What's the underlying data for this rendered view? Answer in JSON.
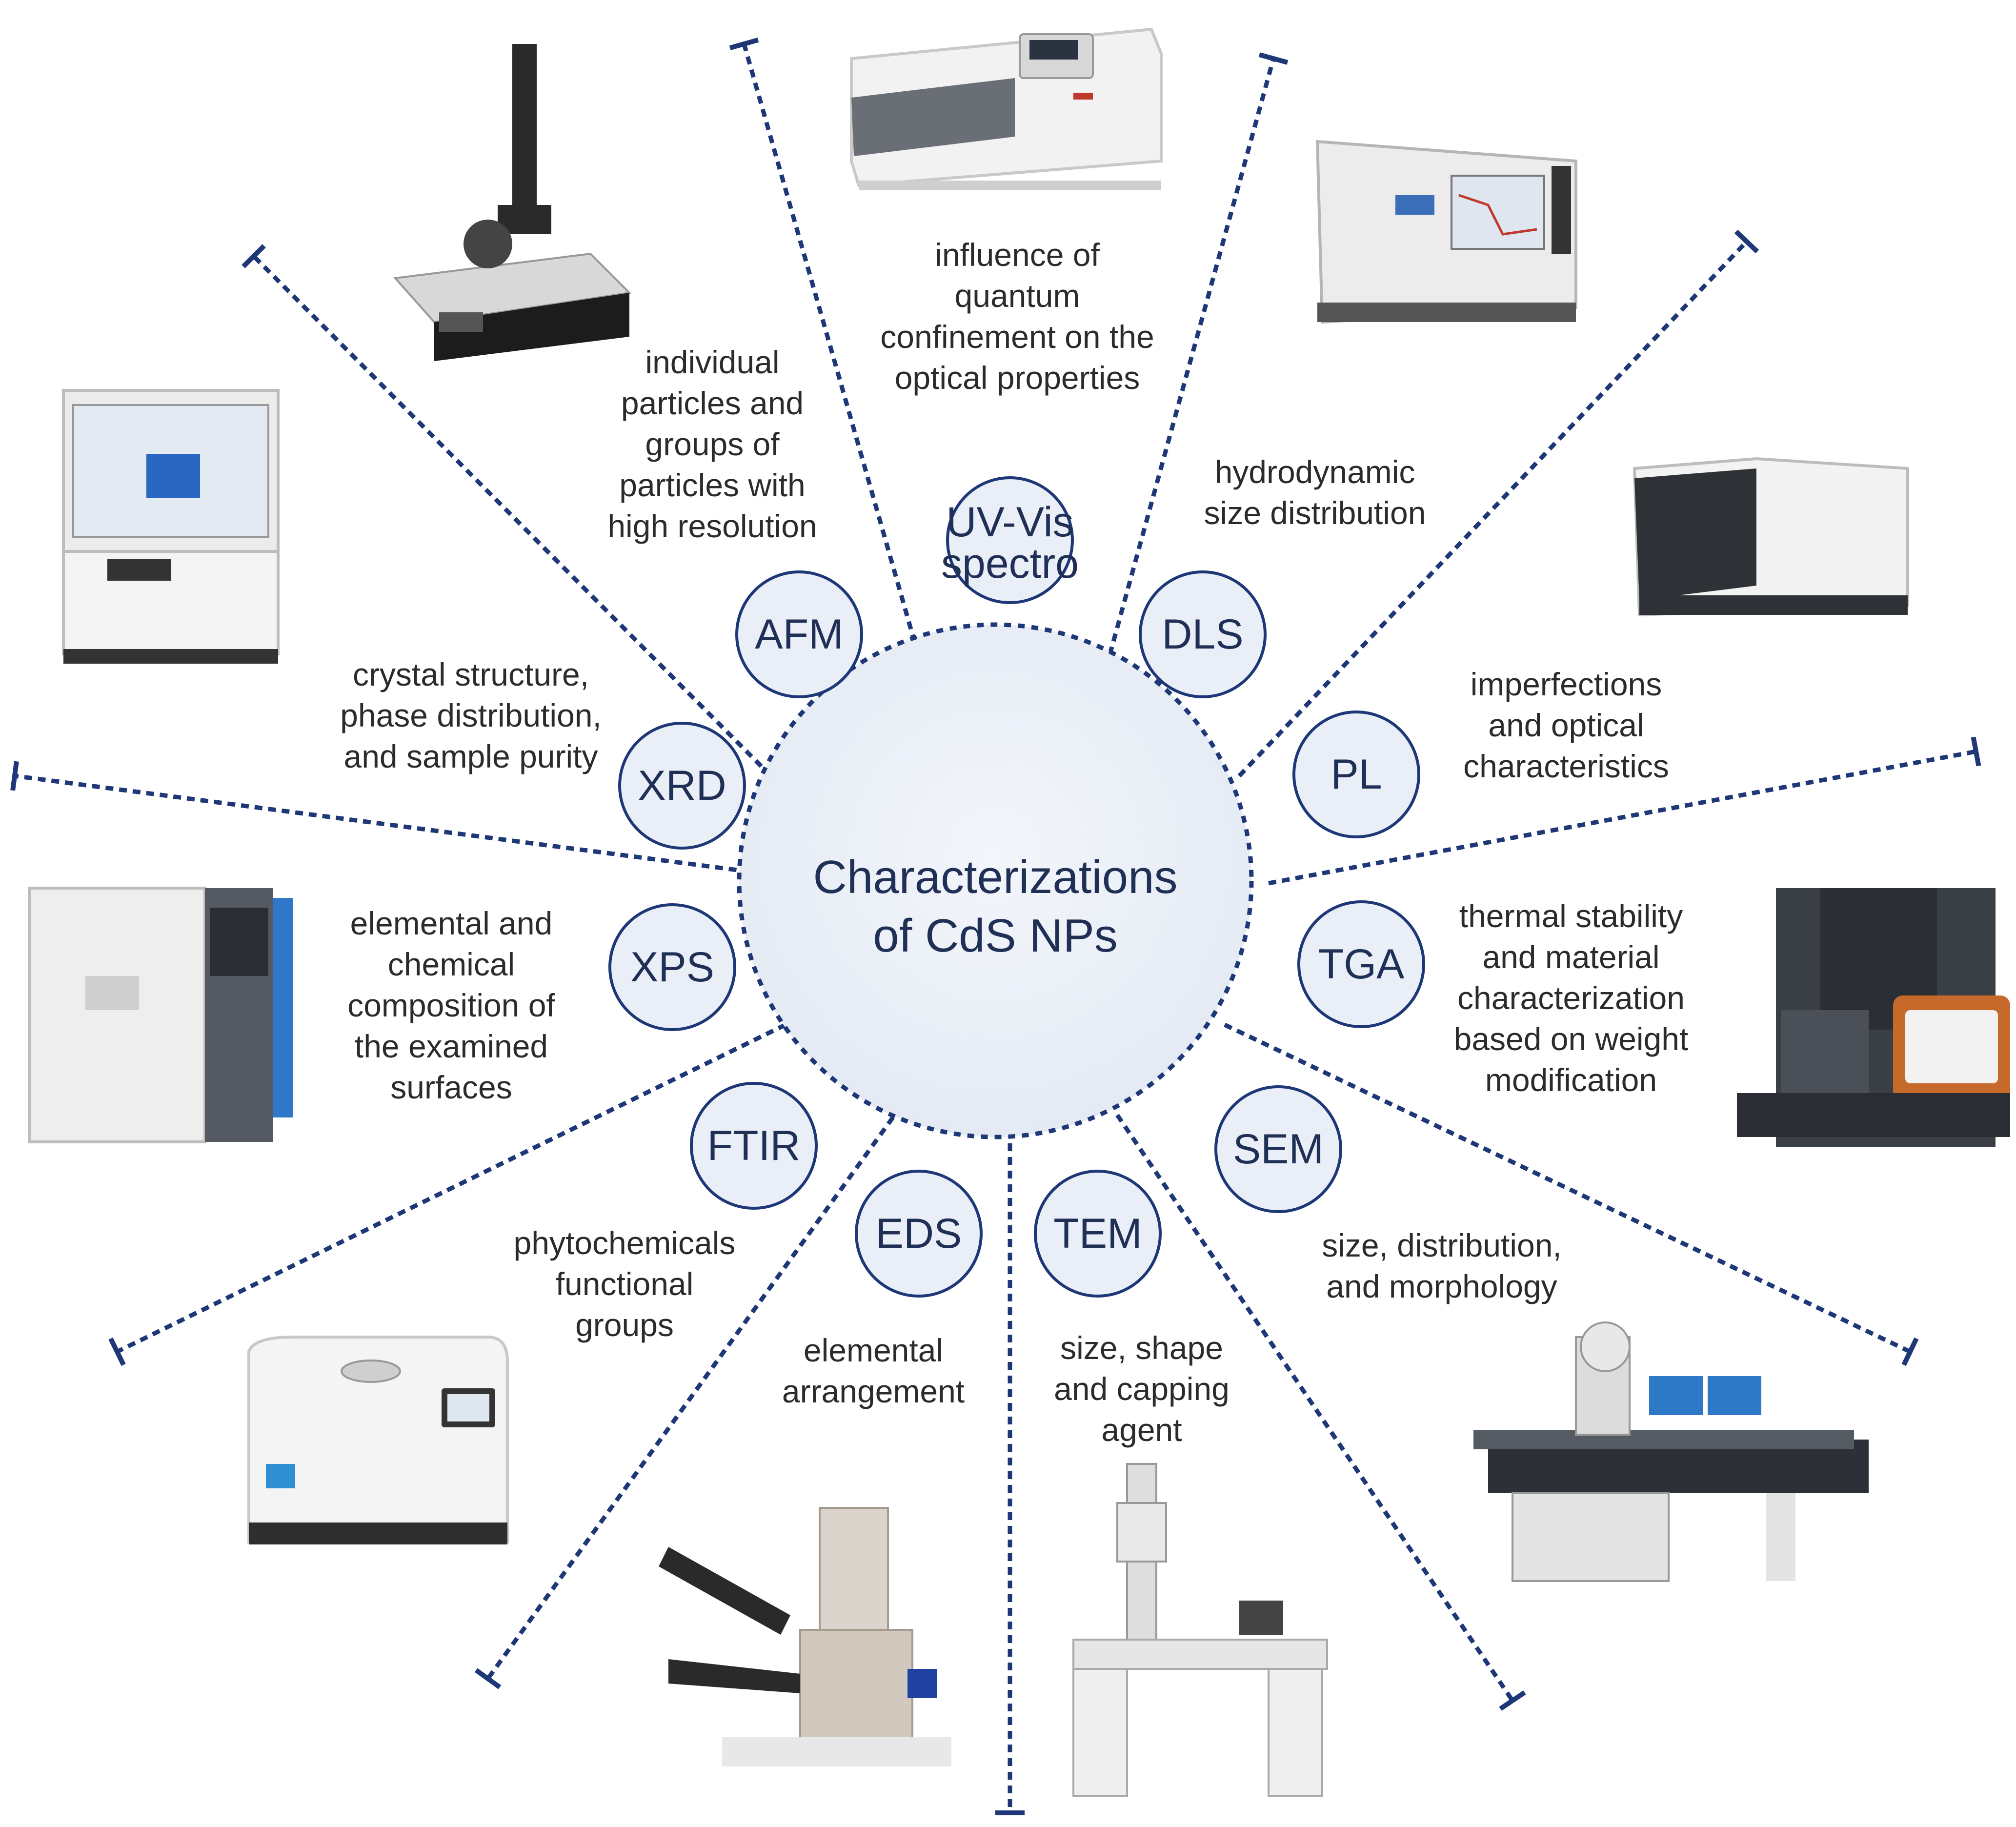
{
  "center": {
    "title_line1": "Characterizations",
    "title_line2": "of CdS NPs"
  },
  "colors": {
    "line": "#1d3777",
    "circle_fill": "#e9eef7",
    "circle_stroke": "#1d3777",
    "instrument_body": "#f1f1f1",
    "instrument_dark": "#3a3f46",
    "accent_orange": "#c56a2a",
    "accent_blue": "#2f6fc6"
  },
  "techniques": [
    {
      "abbr": "UV-Vis\nspectro",
      "description": "influence of\nquantum\nconfinement on the\noptical properties",
      "instrument": "uv-vis-spectrophotometer"
    },
    {
      "abbr": "DLS",
      "description": "hydrodynamic\nsize distribution",
      "instrument": "dls-analyzer"
    },
    {
      "abbr": "PL",
      "description": "imperfections\nand optical\ncharacteristics",
      "instrument": "photoluminescence-spectrometer"
    },
    {
      "abbr": "TGA",
      "description": "thermal stability\nand material\ncharacterization\nbased on weight\nmodification",
      "instrument": "thermogravimetric-analyzer"
    },
    {
      "abbr": "SEM",
      "description": "size, distribution,\nand morphology",
      "instrument": "scanning-electron-microscope"
    },
    {
      "abbr": "TEM",
      "description": "size, shape\nand capping\nagent",
      "instrument": "transmission-electron-microscope"
    },
    {
      "abbr": "EDS",
      "description": "elemental\narrangement",
      "instrument": "eds-detector"
    },
    {
      "abbr": "FTIR",
      "description": "phytochemicals\nfunctional\ngroups",
      "instrument": "ftir-spectrometer"
    },
    {
      "abbr": "XPS",
      "description": "elemental and\nchemical\ncomposition of\nthe examined\nsurfaces",
      "instrument": "xps-instrument"
    },
    {
      "abbr": "XRD",
      "description": "crystal structure,\nphase distribution,\nand sample purity",
      "instrument": "xrd-diffractometer"
    },
    {
      "abbr": "AFM",
      "description": "individual\nparticles and\ngroups of\nparticles with\nhigh resolution",
      "instrument": "atomic-force-microscope"
    }
  ]
}
